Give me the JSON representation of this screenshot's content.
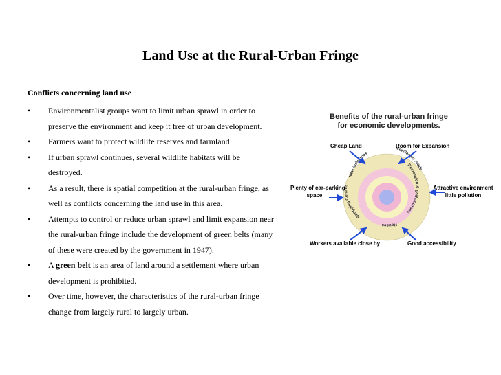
{
  "title": "Land Use at the Rural-Urban Fringe",
  "subheading": "Conflicts concerning land use",
  "bullets": [
    {
      "text": "Environmentalist groups want to limit urban sprawl in order to preserve the environment and keep it free of urban development."
    },
    {
      "text": "Farmers want to protect wildlife reserves and farmland"
    },
    {
      "text": "If urban sprawl continues, several wildlife habitats will be destroyed."
    },
    {
      "text": "As a result, there is spatial competition at the rural-urban fringe, as well as conflicts concerning the land use in this area."
    },
    {
      "text": "Attempts to control or reduce urban sprawl and limit expansion near the rural-urban fringe include the development of green belts (many of these were created by the government in 1947)."
    },
    {
      "pre": "A ",
      "bold": "green belt",
      "post": " is an area of land around a settlement where urban development is prohibited."
    },
    {
      "text": "Over time, however, the characteristics of the rural-urban fringe change from largely rural to largely urban."
    }
  ],
  "bullet_symbol": "•",
  "diagram": {
    "title_line1": "Benefits of the rural-urban fringe",
    "title_line2": "for economic developments.",
    "labels": {
      "cheap_land": "Cheap Land",
      "room_for_expansion": "Room for Expansion",
      "car_parking_line1": "Plenty of car-parking",
      "car_parking_line2": "space",
      "attractive_line1": "Attractive environment",
      "attractive_line2": "little pollution",
      "workers": "Workers available close by",
      "good_access": "Good accessibility"
    },
    "ring_labels": [
      "New industries",
      "New/larger roads",
      "Recreation & golf courses",
      "Houses",
      "Shopping Centres"
    ],
    "colors": {
      "outer": "#efe7b8",
      "ring2": "#f3c6dc",
      "ring3": "#f7f3c0",
      "ring4": "#f0b6d3",
      "center": "#a9b4ee",
      "arrow": "#1f48d6"
    }
  }
}
